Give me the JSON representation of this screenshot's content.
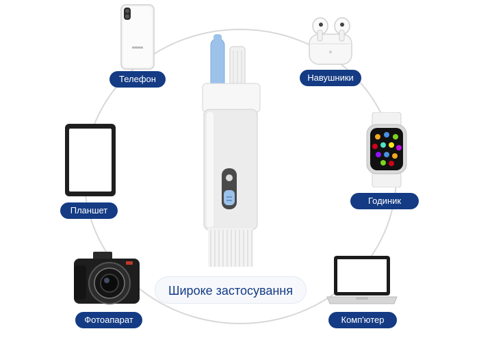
{
  "title": "Широке застосування",
  "labels": {
    "phone": "Телефон",
    "earbuds": "Навушники",
    "tablet": "Планшет",
    "watch": "Годиник",
    "camera": "Фотоапарат",
    "laptop": "Комп'ютер"
  },
  "colors": {
    "label_bg": "#143b84",
    "label_text": "#ffffff",
    "accent_blue": "#9cc2ea",
    "ring": "#d8d8d8"
  },
  "icons": {
    "phone": "smartphone-icon",
    "earbuds": "earbuds-icon",
    "tablet": "tablet-icon",
    "watch": "smartwatch-icon",
    "camera": "camera-icon",
    "laptop": "laptop-icon",
    "product": "cleaning-pen-kit-icon"
  }
}
